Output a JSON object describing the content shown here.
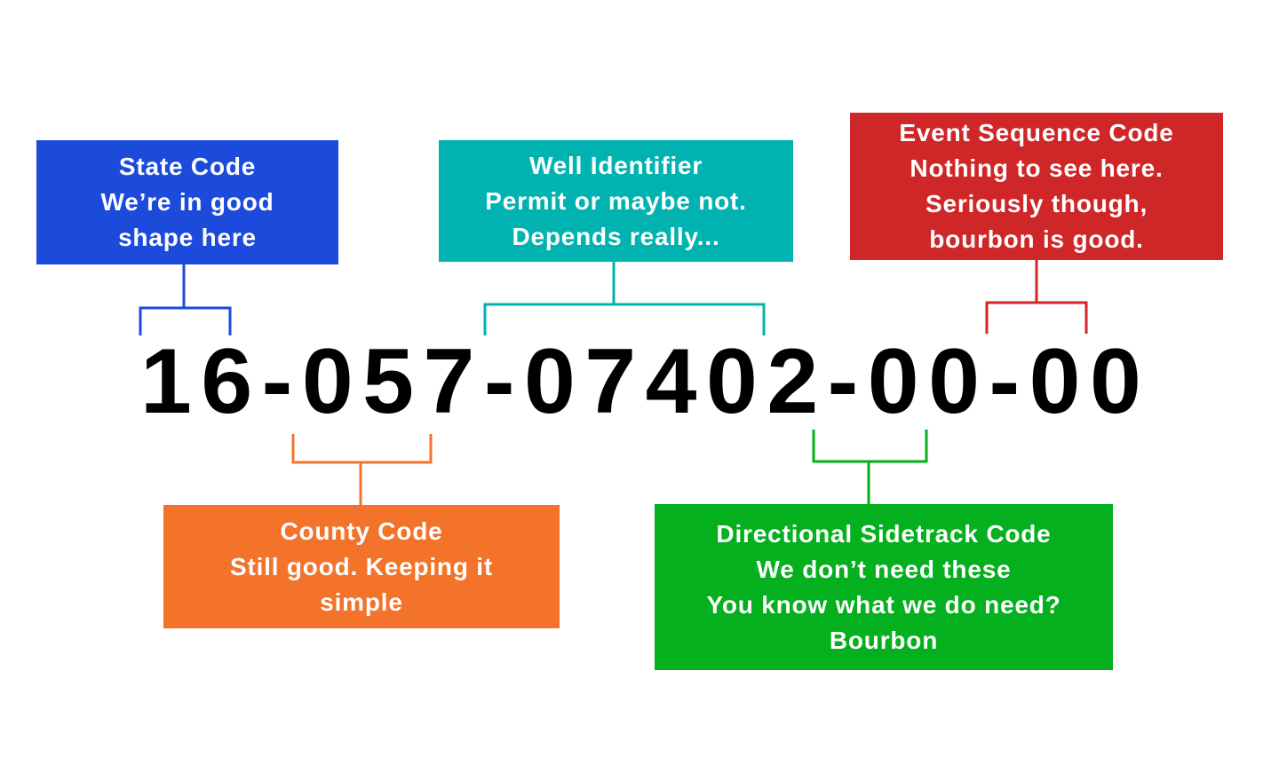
{
  "api_number": "16-057-07402-00-00",
  "callouts": {
    "state": {
      "lines": [
        "State Code",
        "We’re in good",
        "shape here"
      ],
      "color": "#1c4bdc"
    },
    "county": {
      "lines": [
        "County Code",
        "Still good. Keeping it",
        "simple"
      ],
      "color": "#f3732a"
    },
    "well": {
      "lines": [
        "Well Identifier",
        "Permit or maybe not.",
        "Depends really..."
      ],
      "color": "#00b3b0"
    },
    "directional": {
      "lines": [
        "Directional Sidetrack Code",
        "We don’t need these",
        "You know what we do need?",
        "Bourbon"
      ],
      "color": "#04b01e"
    },
    "event": {
      "lines": [
        "Event Sequence Code",
        "Nothing to see here.",
        "Seriously though,",
        "bourbon is good."
      ],
      "color": "#cf2628"
    }
  }
}
